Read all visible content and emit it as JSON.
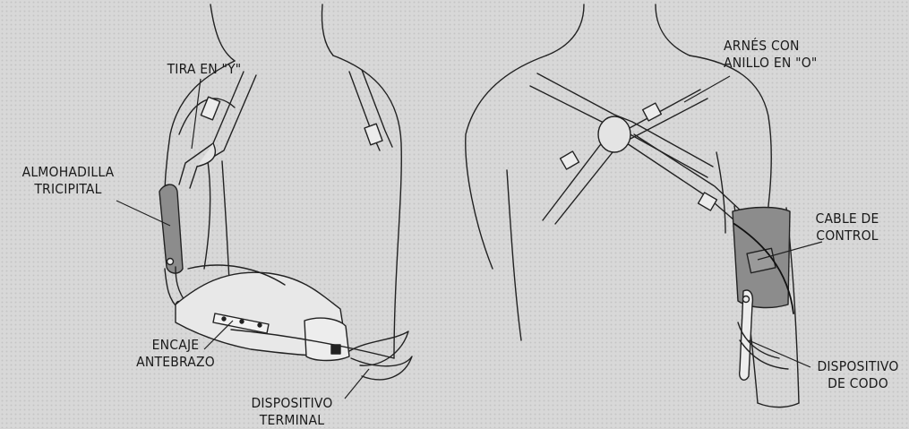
{
  "labels": {
    "tira_y": "TIRA EN \"Y\"",
    "almohadilla_1": "ALMOHADILLA",
    "almohadilla_2": "TRICIPITAL",
    "encaje_1": "ENCAJE",
    "encaje_2": "ANTEBRAZO",
    "terminal_1": "DISPOSITIVO",
    "terminal_2": "TERMINAL",
    "arnes_1": "ARNÉS CON",
    "arnes_2": "ANILLO EN \"O\"",
    "cable_1": "CABLE DE",
    "cable_2": "CONTROL",
    "codo_1": "DISPOSITIVO",
    "codo_2": "DE CODO"
  },
  "colors": {
    "background": "#d6d6d6",
    "line": "#222222",
    "strap": "#e4e4e4",
    "pad": "#8c8c8c"
  }
}
